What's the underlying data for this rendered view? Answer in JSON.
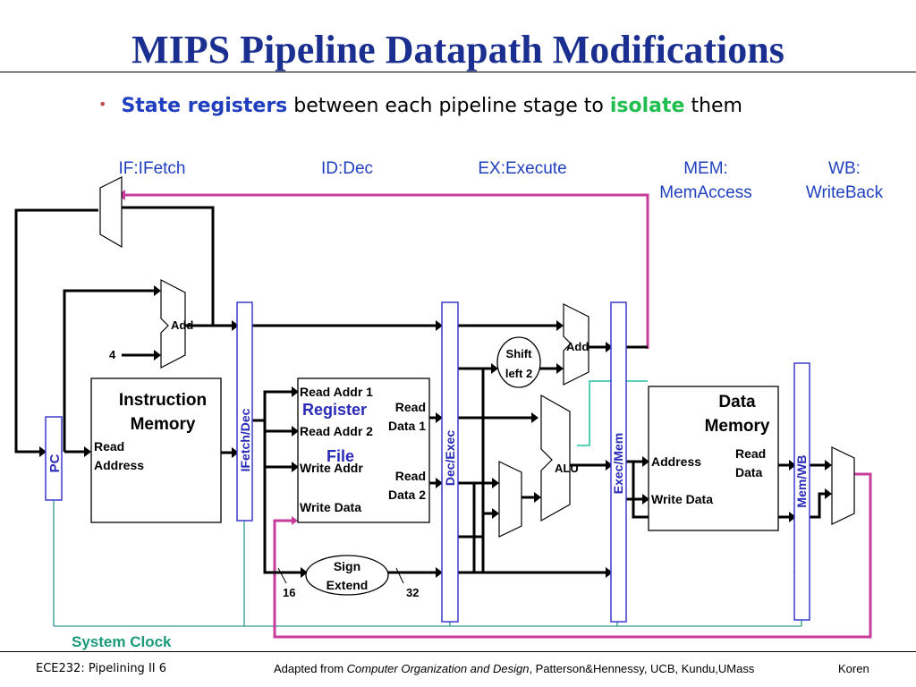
{
  "title": "MIPS Pipeline Datapath Modifications",
  "bullet": {
    "part1": "State registers",
    "part2": " between each pipeline stage to ",
    "part3": "isolate",
    "part4": " them"
  },
  "stages": {
    "if": "IF:IFetch",
    "id": "ID:Dec",
    "ex": "EX:Execute",
    "mem_line1": "MEM:",
    "mem_line2": "MemAccess",
    "wb_line1": "WB:",
    "wb_line2": "WriteBack"
  },
  "blocks": {
    "pc": "PC",
    "if_dec": "IFetch/Dec",
    "dec_exec": "Dec/Exec",
    "exec_mem": "Exec/Mem",
    "mem_wb": "Mem/WB",
    "add": "Add",
    "add2": "Add",
    "four": "4",
    "imem_line1": "Instruction",
    "imem_line2": "Memory",
    "imem_read1": "Read",
    "imem_read2": "Address",
    "rf_read_addr1": "Read Addr 1",
    "rf_register": "Register",
    "rf_read_addr2": "Read Addr 2",
    "rf_file": "File",
    "rf_write_addr": "Write Addr",
    "rf_write_data": "Write Data",
    "rf_read_data1_a": "Read",
    "rf_read_data1_b": "Data 1",
    "rf_read_data2_a": "Read",
    "rf_read_data2_b": "Data 2",
    "shift1": "Shift",
    "shift2": "left 2",
    "alu": "ALU",
    "dmem_line1": "Data",
    "dmem_line2": "Memory",
    "dmem_address": "Address",
    "dmem_read1": "Read",
    "dmem_read2": "Data",
    "dmem_write": "Write Data",
    "sign1": "Sign",
    "sign2": "Extend",
    "n16": "16",
    "n32": "32",
    "clock": "System Clock"
  },
  "colors": {
    "title": "#1a2f8f",
    "register_outline": "#3a3ad0",
    "register_text": "#2a2ab8",
    "control_wire": "#c83c9c",
    "clock_wire": "#2a9a8a",
    "branch_wire": "#20c0a0"
  },
  "footer": {
    "left": "ECE232: Pipelining II 6",
    "mid_prefix": "Adapted from ",
    "mid_italic": "Computer Organization and Design",
    "mid_suffix": ", Patterson&Hennessy, UCB, Kundu,UMass",
    "right": "Koren"
  }
}
